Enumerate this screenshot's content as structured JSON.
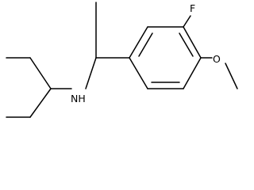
{
  "molecule": {
    "atoms": {
      "fluorine": "F",
      "amine": "NH",
      "oxygen": "O"
    }
  }
}
